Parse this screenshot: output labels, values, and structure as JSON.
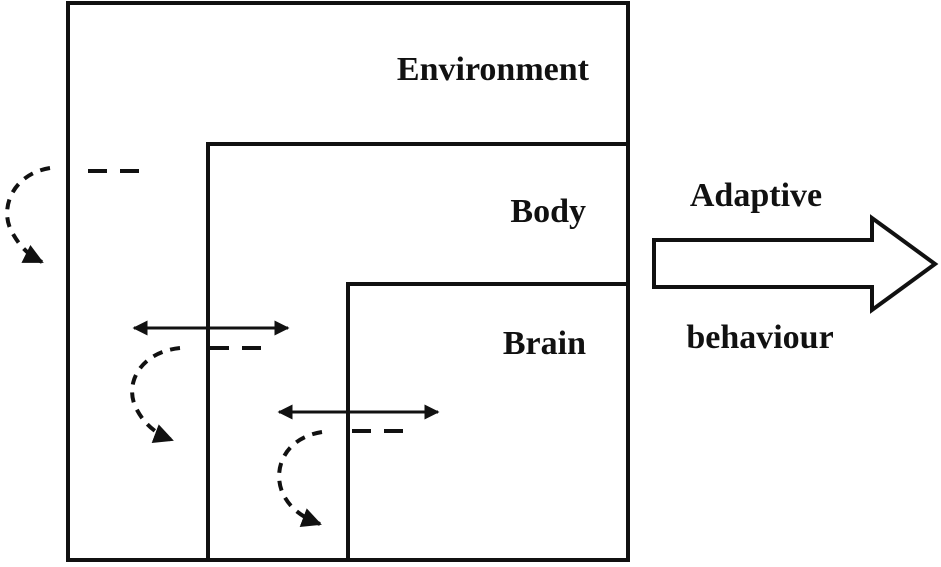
{
  "diagram": {
    "labels": {
      "environment": "Environment",
      "body": "Body",
      "brain": "Brain",
      "output_top": "Adaptive",
      "output_bottom": "behaviour"
    },
    "colors": {
      "ink": "#111111",
      "background": "#ffffff",
      "arrow_fill": "#ffffff"
    },
    "icons": {
      "output": "block-arrow-right",
      "interaction": "double-headed-arrow",
      "feedback": "dashed-curved-arrow"
    }
  }
}
